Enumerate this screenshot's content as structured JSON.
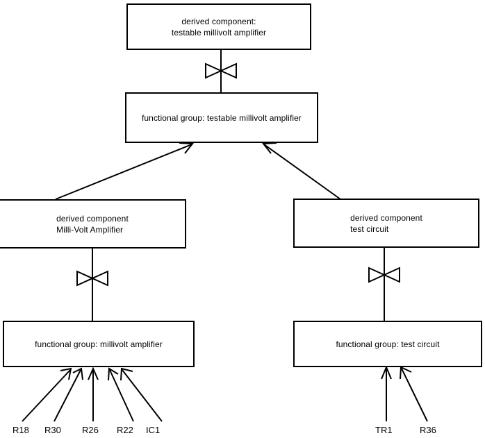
{
  "diagram": {
    "title": "derived component decomposition diagram",
    "background_color": "#ffffff",
    "line_color": "#000000",
    "nodes": {
      "top_derived": {
        "line1": "derived component:",
        "line2": "testable millivolt amplifier"
      },
      "top_functional": {
        "line1": "functional group: testable millivolt amplifier"
      },
      "left_derived": {
        "line1": "derived component",
        "line2": "Milli-Volt Amplifier"
      },
      "right_derived": {
        "line1": "derived component",
        "line2": "test circuit"
      },
      "left_functional": {
        "line1": "functional group: millivolt amplifier"
      },
      "right_functional": {
        "line1": "functional group: test circuit"
      }
    },
    "leaves": {
      "left_group": [
        {
          "label": "R18"
        },
        {
          "label": "R30"
        },
        {
          "label": "R26"
        },
        {
          "label": "R22"
        },
        {
          "label": "IC1"
        }
      ],
      "right_group": [
        {
          "label": "TR1"
        },
        {
          "label": "R36"
        }
      ]
    },
    "connectors": {
      "bowtie_count": 3,
      "arrow_count": 9
    }
  }
}
